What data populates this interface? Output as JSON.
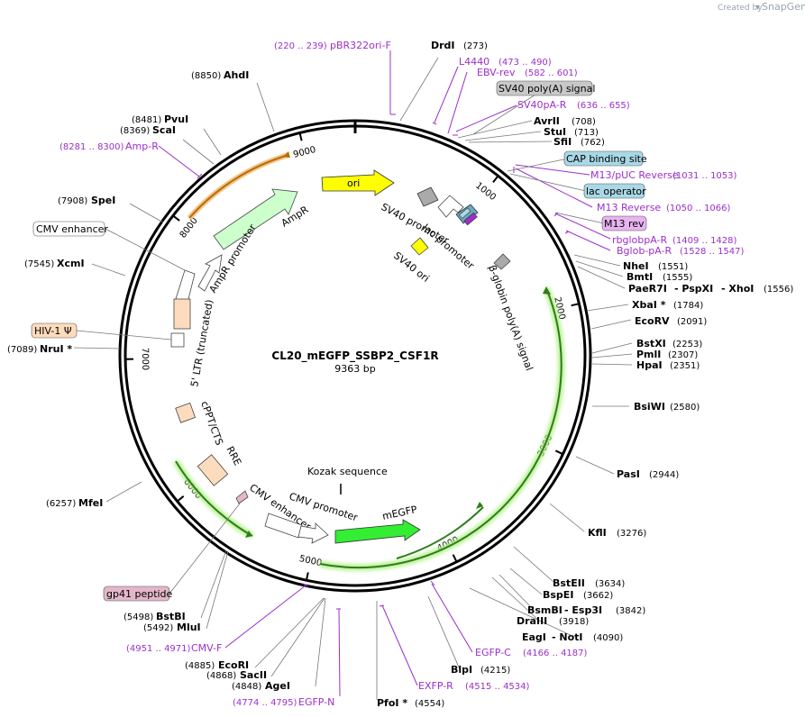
{
  "brand": {
    "created_by": "Created by",
    "app": "SnapGene"
  },
  "plasmid": {
    "name": "CL20_mEGFP_SSBP2_CSF1R",
    "size_label": "9363 bp"
  },
  "ticks": [
    "1000",
    "2000",
    "3000",
    "4000",
    "5000",
    "6000",
    "7000",
    "8000",
    "9000"
  ],
  "enzymes": [
    {
      "name": "DrdI",
      "pos": "(273)"
    },
    {
      "name": "AhdI",
      "pos": "(8850)"
    },
    {
      "name": "PvuI",
      "pos": "(8481)"
    },
    {
      "name": "ScaI",
      "pos": "(8369)"
    },
    {
      "name": "SpeI",
      "pos": "(7908)"
    },
    {
      "name": "XcmI",
      "pos": "(7545)"
    },
    {
      "name": "NruI *",
      "pos": "(7089)"
    },
    {
      "name": "MfeI",
      "pos": "(6257)"
    },
    {
      "name": "BstBI",
      "pos": "(5498)"
    },
    {
      "name": "MluI",
      "pos": "(5492)"
    },
    {
      "name": "EcoRI",
      "pos": "(4885)"
    },
    {
      "name": "SacII",
      "pos": "(4868)"
    },
    {
      "name": "AgeI",
      "pos": "(4848)"
    },
    {
      "name": "PfoI *",
      "pos": "(4554)"
    },
    {
      "name": "BlpI",
      "pos": "(4215)"
    },
    {
      "name": "EagI",
      "pos": ""
    },
    {
      "name": "- NotI",
      "pos": "(4090)"
    },
    {
      "name": "DraIII",
      "pos": "(3918)"
    },
    {
      "name": "BsmBI",
      "pos": ""
    },
    {
      "name": "- Esp3I",
      "pos": "(3842)"
    },
    {
      "name": "BspEI",
      "pos": "(3662)"
    },
    {
      "name": "BstEII",
      "pos": "(3634)"
    },
    {
      "name": "KflI",
      "pos": "(3276)"
    },
    {
      "name": "PasI",
      "pos": "(2944)"
    },
    {
      "name": "BsiWI",
      "pos": "(2580)"
    },
    {
      "name": "HpaI",
      "pos": "(2351)"
    },
    {
      "name": "PmlI",
      "pos": "(2307)"
    },
    {
      "name": "BstXI",
      "pos": "(2253)"
    },
    {
      "name": "EcoRV",
      "pos": "(2091)"
    },
    {
      "name": "XbaI *",
      "pos": "(1784)"
    },
    {
      "name": "PaeR7I",
      "pos": ""
    },
    {
      "name": "- PspXI",
      "pos": ""
    },
    {
      "name": "- XhoI",
      "pos": "(1556)"
    },
    {
      "name": "BmtI",
      "pos": "(1555)"
    },
    {
      "name": "NheI",
      "pos": "(1551)"
    },
    {
      "name": "SfiI",
      "pos": "(762)"
    },
    {
      "name": "StuI",
      "pos": "(713)"
    },
    {
      "name": "AvrII",
      "pos": "(708)"
    }
  ],
  "primers": [
    {
      "name": "pBR322ori-F",
      "range": "(220 .. 239)"
    },
    {
      "name": "L4440",
      "range": "(473 .. 490)"
    },
    {
      "name": "EBV-rev",
      "range": "(582 .. 601)"
    },
    {
      "name": "SV40pA-R",
      "range": "(636 .. 655)"
    },
    {
      "name": "M13/pUC Reverse",
      "range": "(1031 .. 1053)"
    },
    {
      "name": "M13 Reverse",
      "range": "(1050 .. 1066)"
    },
    {
      "name": "rbglobpA-R",
      "range": "(1409 .. 1428)"
    },
    {
      "name": "Bglob-pA-R",
      "range": "(1528 .. 1547)"
    },
    {
      "name": "Amp-R",
      "range": "(8281 .. 8300)"
    },
    {
      "name": "CMV-F",
      "range": "(4951 .. 4971)"
    },
    {
      "name": "EGFP-N",
      "range": "(4774 .. 4795)"
    },
    {
      "name": "EXFP-R",
      "range": "(4515 .. 4534)"
    },
    {
      "name": "EGFP-C",
      "range": "(4166 .. 4187)"
    }
  ],
  "boxed_features": [
    {
      "name": "SV40 poly(A) signal",
      "fill": "#c8c8c8"
    },
    {
      "name": "CAP binding site",
      "fill": "#a9d8e6"
    },
    {
      "name": "lac operator",
      "fill": "#a9d8e6"
    },
    {
      "name": "M13 rev",
      "fill": "#e8b4f0"
    },
    {
      "name": "CMV enhancer",
      "fill": "#ffffff"
    },
    {
      "name": "HIV-1 Ψ",
      "fill": "#fddcbd"
    },
    {
      "name": "gp41 peptide",
      "fill": "#e3b7c9"
    }
  ],
  "inner_features": {
    "ori": "ori",
    "ampr": "AmpR",
    "ampr_promoter": "AmpR promoter",
    "sv40_promoter": "SV40 promoter",
    "lac_promoter": "lac promoter",
    "sv40_ori": "SV40 ori",
    "bglobin": "β-globin poly(A) signal",
    "ltr": "5' LTR (truncated)",
    "cppt": "cPPT/CTS",
    "rre": "RRE",
    "cmv_enhancer": "CMV enhancer",
    "cmv_promoter": "CMV promoter",
    "kozak": "Kozak sequence",
    "megfp": "mEGFP"
  },
  "colors": {
    "ori": "#ffff00",
    "ampr": "#ccffcc",
    "megfp": "#33ee33",
    "orf_arc": "#2e7d1a",
    "ampr_arc": "#b86f00",
    "primer": "#9b2fc9"
  }
}
